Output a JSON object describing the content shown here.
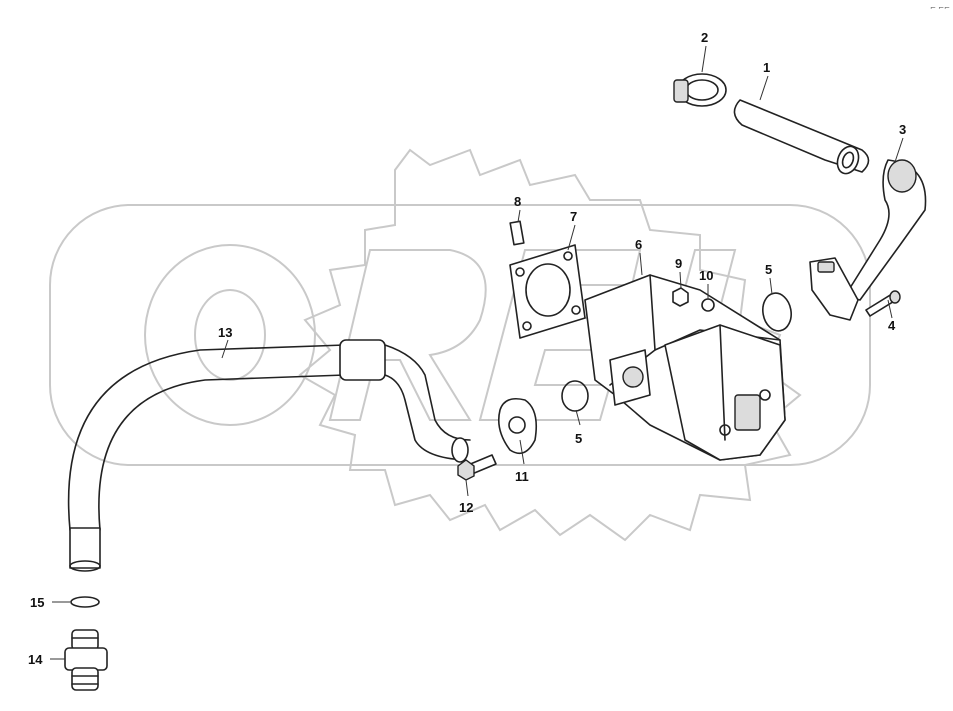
{
  "diagram": {
    "corner_mark": "⌐ ⌐⌐",
    "watermark_text": "OREL",
    "callouts": [
      {
        "id": "1",
        "text": "1"
      },
      {
        "id": "2",
        "text": "2"
      },
      {
        "id": "3",
        "text": "3"
      },
      {
        "id": "4",
        "text": "4"
      },
      {
        "id": "5a",
        "text": "5"
      },
      {
        "id": "5b",
        "text": "5"
      },
      {
        "id": "6",
        "text": "6"
      },
      {
        "id": "7",
        "text": "7"
      },
      {
        "id": "8",
        "text": "8"
      },
      {
        "id": "9",
        "text": "9"
      },
      {
        "id": "10",
        "text": "10"
      },
      {
        "id": "11",
        "text": "11"
      },
      {
        "id": "12",
        "text": "12"
      },
      {
        "id": "13",
        "text": "13"
      },
      {
        "id": "14",
        "text": "14"
      },
      {
        "id": "15",
        "text": "15"
      }
    ]
  }
}
